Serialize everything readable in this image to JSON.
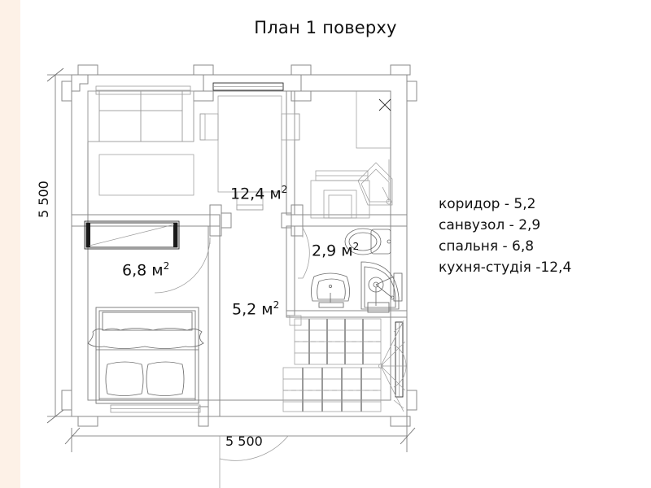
{
  "document": {
    "title": "План 1 поверху",
    "type": "architectural-floor-plan",
    "language": "uk",
    "background_color": "#ffffff",
    "edge_strip_color": "#fdf1e7",
    "line_color": "#8a8a8a",
    "text_color": "#111111"
  },
  "dimensions": {
    "vertical_label": "5 500",
    "horizontal_label": "5 500",
    "unit": "mm"
  },
  "areas": [
    {
      "id": "kitchen-studio",
      "label": "12,4 м",
      "sup": "2",
      "value": 12.4
    },
    {
      "id": "bedroom",
      "label": "6,8 м",
      "sup": "2",
      "value": 6.8
    },
    {
      "id": "bathroom",
      "label": "2,9 м",
      "sup": "2",
      "value": 2.9
    },
    {
      "id": "corridor",
      "label": "5,2 м",
      "sup": "2",
      "value": 5.2
    }
  ],
  "legend": {
    "items": [
      {
        "name": "коридор",
        "separator": " - ",
        "value": "5,2",
        "line": "коридор - 5,2"
      },
      {
        "name": "санвузол",
        "separator": " - ",
        "value": "2,9",
        "line": "санвузол - 2,9"
      },
      {
        "name": "спальня",
        "separator": " - ",
        "value": "6,8",
        "line": "спальня - 6,8"
      },
      {
        "name": "кухня-студія",
        "separator": " -",
        "value": "12,4",
        "line": "кухня-студія -12,4"
      }
    ]
  },
  "rooms": [
    {
      "id": "kitchen-studio",
      "name": "кухня-студія",
      "area": 12.4
    },
    {
      "id": "bedroom",
      "name": "спальня",
      "area": 6.8
    },
    {
      "id": "bathroom",
      "name": "санвузол",
      "area": 2.9
    },
    {
      "id": "corridor",
      "name": "коридор",
      "area": 5.2
    }
  ],
  "furniture": [
    "sofa",
    "coffee-table",
    "dining-table",
    "dining-chair-left",
    "dining-chair-right",
    "dining-chair-bottom",
    "kitchen-counter",
    "corner-sink",
    "oven",
    "wardrobe",
    "double-bed",
    "pillow-left",
    "pillow-right",
    "toilet",
    "washbasin",
    "shower-corner",
    "staircase"
  ],
  "openings": [
    "window-top-left",
    "window-top-middle",
    "window-bottom",
    "window-right",
    "door-bedroom",
    "door-bathroom",
    "entrance-door"
  ]
}
